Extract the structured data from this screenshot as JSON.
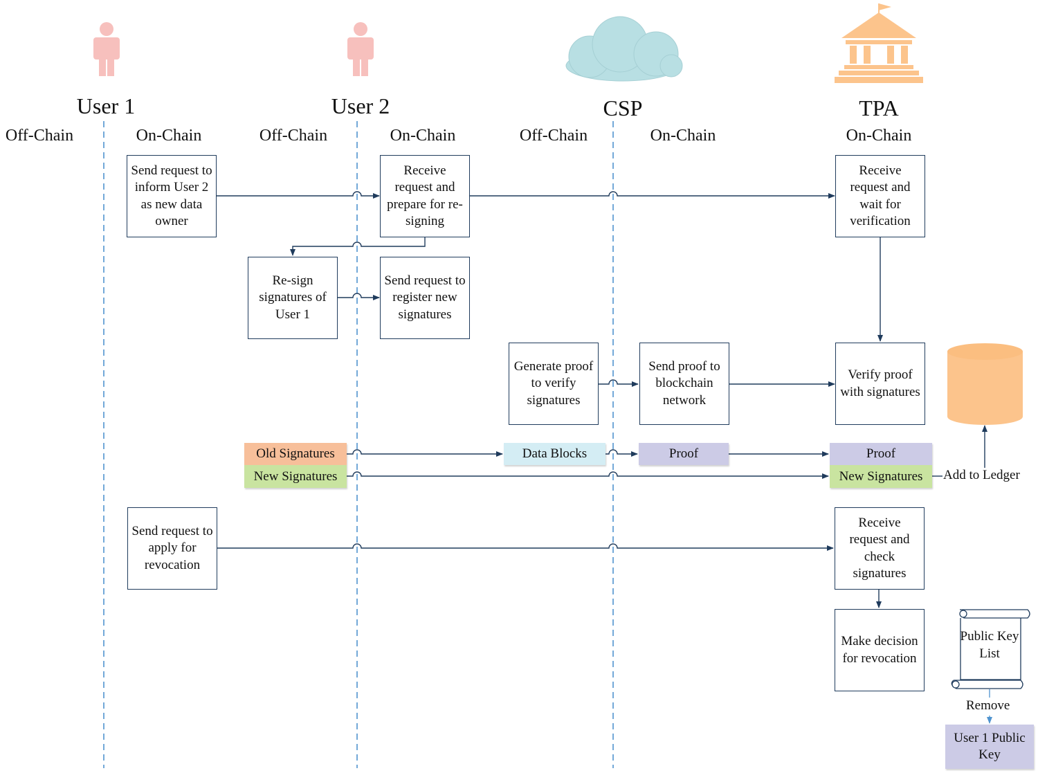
{
  "actors": {
    "user1": "User 1",
    "user2": "User 2",
    "csp": "CSP",
    "tpa": "TPA"
  },
  "lanes": {
    "user1_off": "Off-Chain",
    "user1_on": "On-Chain",
    "user2_off": "Off-Chain",
    "user2_on": "On-Chain",
    "csp_off": "Off-Chain",
    "csp_on": "On-Chain",
    "tpa_on": "On-Chain"
  },
  "steps": {
    "u1_inform": "Send request to inform User 2 as new data owner",
    "u2_receive": "Receive request and prepare for re-signing",
    "tpa_wait": "Receive request and wait for verification",
    "u2_resign": "Re-sign signatures of User 1",
    "u2_register": "Send request to register new signatures",
    "csp_generate": "Generate proof to verify signatures",
    "csp_send": "Send proof to blockchain network",
    "tpa_verify": "Verify proof with signatures",
    "u1_revoke": "Send request to apply for revocation",
    "tpa_check": "Receive request and check signatures",
    "tpa_decide": "Make decision for revocation"
  },
  "tags": {
    "old_signatures": "Old Signatures",
    "new_signatures_left": "New Signatures",
    "data_blocks": "Data Blocks",
    "proof_csp": "Proof",
    "proof_tpa": "Proof",
    "new_signatures_right": "New Signatures",
    "user1_public_key": "User 1 Public Key"
  },
  "labels": {
    "add_to_ledger": "Add to Ledger",
    "public_key_list": "Public Key List",
    "remove": "Remove"
  },
  "icons": {
    "user1": "person-icon",
    "user2": "person-icon",
    "csp": "cloud-icon",
    "tpa": "institution-icon",
    "ledger": "database-icon",
    "key_list": "scroll-icon"
  },
  "colors": {
    "person": "#f7c0bd",
    "cloud": "#b8dfe3",
    "institution": "#fcc48c",
    "database": "#fcc48c",
    "old_signatures": "#f7bf9a",
    "new_signatures": "#c9e4a0",
    "data_blocks": "#d4edf4",
    "proof": "#cccbe6",
    "public_key": "#cccbe6",
    "line": "#1f3b5c",
    "lane_divider": "#4f93cf"
  }
}
